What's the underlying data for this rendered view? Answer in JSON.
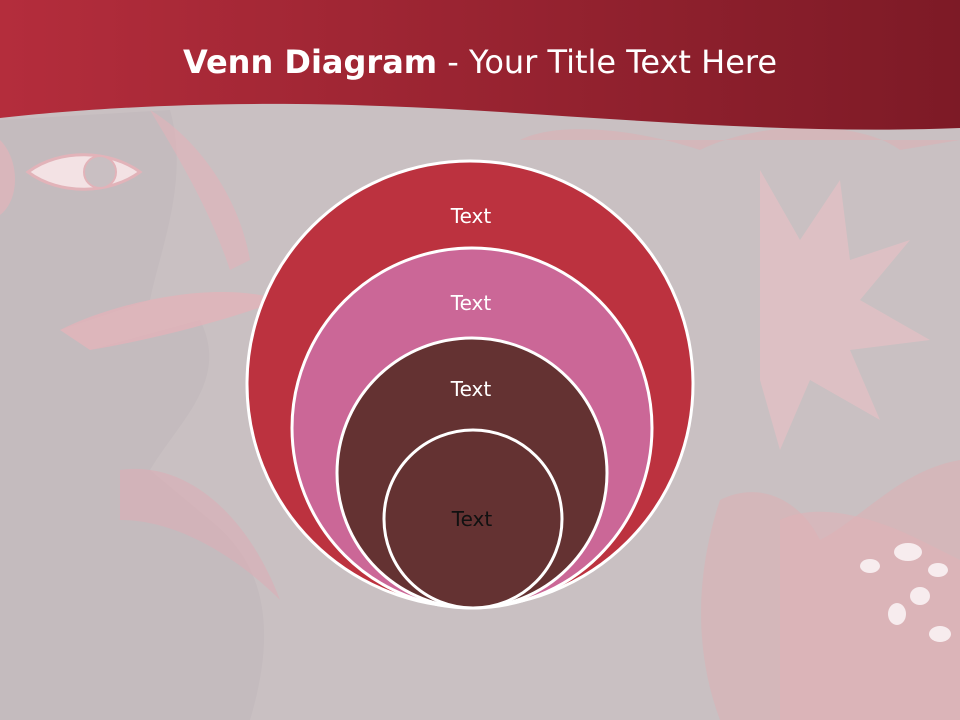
{
  "slide": {
    "title_bold": "Venn Diagram",
    "title_rest": " - Your Title Text Here"
  },
  "colors": {
    "background": "#c9c0c2",
    "title_bar": "#8f1f2c",
    "circle_1": "#bc323f",
    "circle_2": "#cb6797",
    "circle_3": "#643232",
    "circle_4": "#643232",
    "outline": "#ffffff"
  },
  "diagram": {
    "type": "nested-circles",
    "items": [
      {
        "label": "Text",
        "color": "#bc323f",
        "text_color": "#ffffff"
      },
      {
        "label": "Text",
        "color": "#cb6797",
        "text_color": "#ffffff"
      },
      {
        "label": "Text",
        "color": "#643232",
        "text_color": "#ffffff"
      },
      {
        "label": "Text",
        "color": "#643232",
        "text_color": "#111111"
      }
    ]
  }
}
